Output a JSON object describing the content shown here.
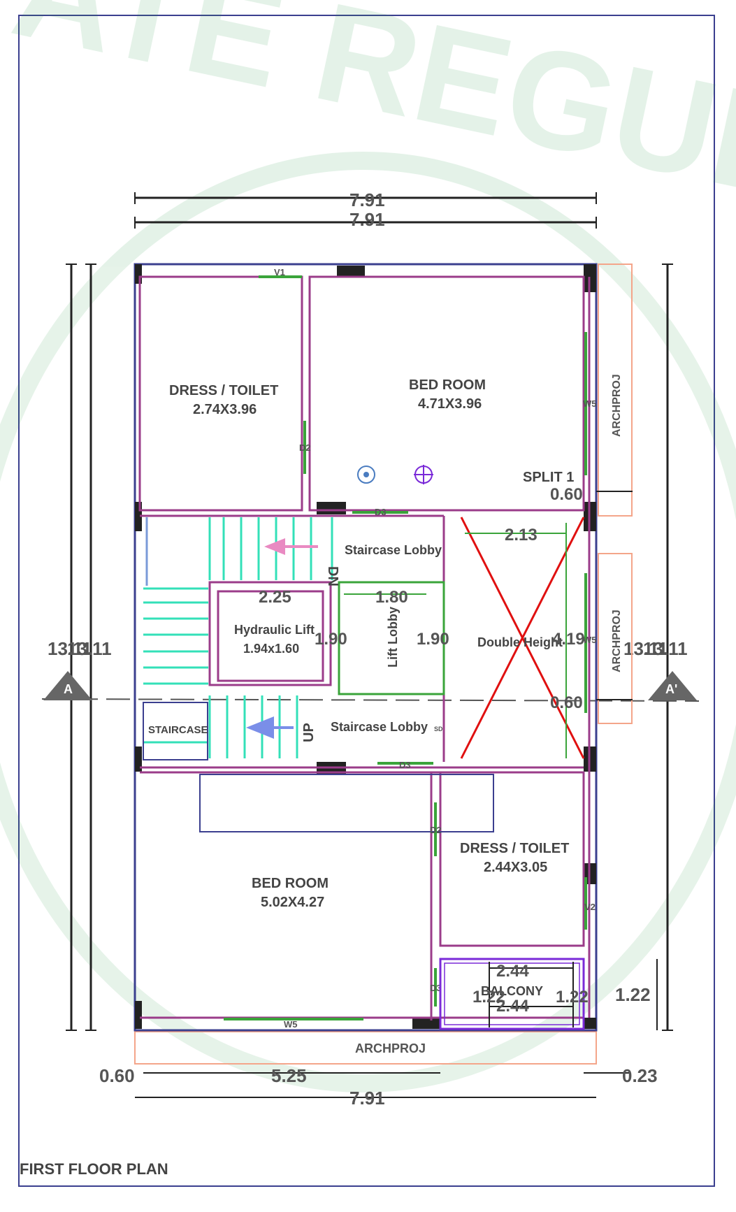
{
  "drawing_title": "FIRST FLOOR PLAN",
  "watermark_text": "ATE REGULA",
  "overall": {
    "width_top_1": "7.91",
    "width_top_2": "7.91",
    "width_bottom": "7.91",
    "height_left": "13.11",
    "height_left_overlap": "13.11",
    "height_right": "13.11",
    "height_right_overlap": "13.11",
    "left_offset": "0.60",
    "bottom_span": "5.25",
    "right_offset": "0.23"
  },
  "rooms": {
    "dress_toilet_top": {
      "name": "DRESS / TOILET",
      "size": "2.74X3.96"
    },
    "bed_room_top": {
      "name": "BED ROOM",
      "size": "4.71X3.96"
    },
    "staircase_lobby_top": {
      "name": "Staircase Lobby"
    },
    "staircase_lobby_bottom": {
      "name": "Staircase Lobby"
    },
    "hydraulic_lift": {
      "name": "Hydraulic Lift",
      "size": "1.94x1.60"
    },
    "lift_lobby": {
      "name": "Lift Lobby"
    },
    "double_height": {
      "name": "Double Height"
    },
    "staircase": {
      "name": "STAIRCASE"
    },
    "bed_room_bottom": {
      "name": "BED ROOM",
      "size": "5.02X4.27"
    },
    "dress_toilet_bottom": {
      "name": "DRESS / TOILET",
      "size": "2.44X3.05"
    },
    "balcony": {
      "name": "BALCONY"
    }
  },
  "inner_dims": {
    "lift_width": "2.25",
    "lobby_width": "1.80",
    "lift_height": "1.90",
    "lobby_height": "1.90",
    "double_height_width": "2.13",
    "double_height_height": "4.19",
    "proj_top": "0.60",
    "proj_mid": "0.60",
    "balcony_w_top": "2.44",
    "balcony_w_bottom": "2.44",
    "balcony_h_left": "1.22",
    "balcony_h_right": "1.22",
    "balcony_h_outer": "1.22"
  },
  "labels": {
    "split": "SPLIT 1",
    "archproj": "ARCHPROJ",
    "up": "UP",
    "dn": "DN",
    "section_left": "A",
    "section_right": "A'"
  },
  "openings": {
    "v1": "V1",
    "v2": "V2",
    "d2_a": "D2",
    "d2_b": "D2",
    "d3_a": "D3",
    "d3_b": "D3",
    "d3_c": "D3",
    "w5_a": "W5",
    "w5_b": "W5",
    "w5_c": "W5",
    "sd": "SD"
  },
  "colors": {
    "wall_outer": "#3b3f8f",
    "wall_inner": "#9b3c8a",
    "stair": "#33e0b8",
    "window": "#3aa43a",
    "proj": "#f4a58a",
    "cross": "#e01010",
    "watermark": "#2e9c4e",
    "dim": "#555555"
  }
}
